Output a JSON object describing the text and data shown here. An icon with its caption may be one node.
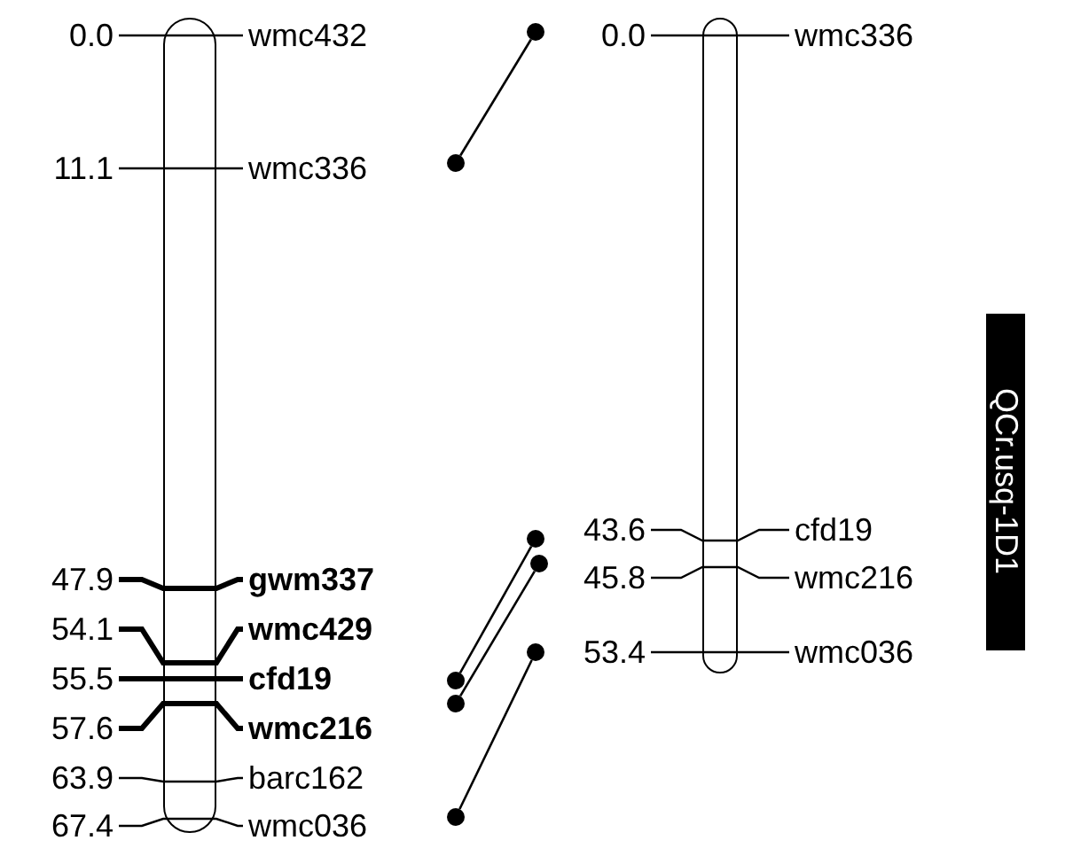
{
  "diagram": {
    "nodes": [
      {
        "text": [],
        "shape": "bar"
      },
      {
        "text": [],
        "shape": "circle"
      },
      {
        "text": [],
        "shape": "circle"
      },
      {
        "text": [],
        "shape": "circle"
      },
      {
        "text": [],
        "shape": "circle"
      },
      {
        "text": [],
        "shape": "circle"
      },
      {
        "text": [],
        "shape": "circle"
      },
      {
        "text": [],
        "shape": "circle"
      },
      {
        "text": [],
        "shape": "circle"
      },
      {
        "text": [],
        "shape": "bar"
      },
      {
        "text": [
          "QCr.usq-1D1"
        ]
      }
    ],
    "edges": [
      {
        "from": 1,
        "to": 5,
        "arrow": "none"
      },
      {
        "from": 2,
        "to": 6,
        "arrow": "none"
      },
      {
        "from": 3,
        "to": 7,
        "arrow": "none"
      },
      {
        "from": 4,
        "to": 8,
        "arrow": "none"
      }
    ],
    "labels": [
      "0.0",
      "wmc432",
      "11.1",
      "wmc336",
      "47.9",
      "**gwm337**",
      "54.1",
      "**wmc429**",
      "55.5",
      "**cfd19**",
      "57.6",
      "**wmc216**",
      "63.9",
      "barc162",
      "67.4",
      "wmc036",
      "0.0",
      "wmc336",
      "43.6",
      "cfd19",
      "45.8",
      "wmc216",
      "53.4",
      "wmc036"
    ]
  }
}
